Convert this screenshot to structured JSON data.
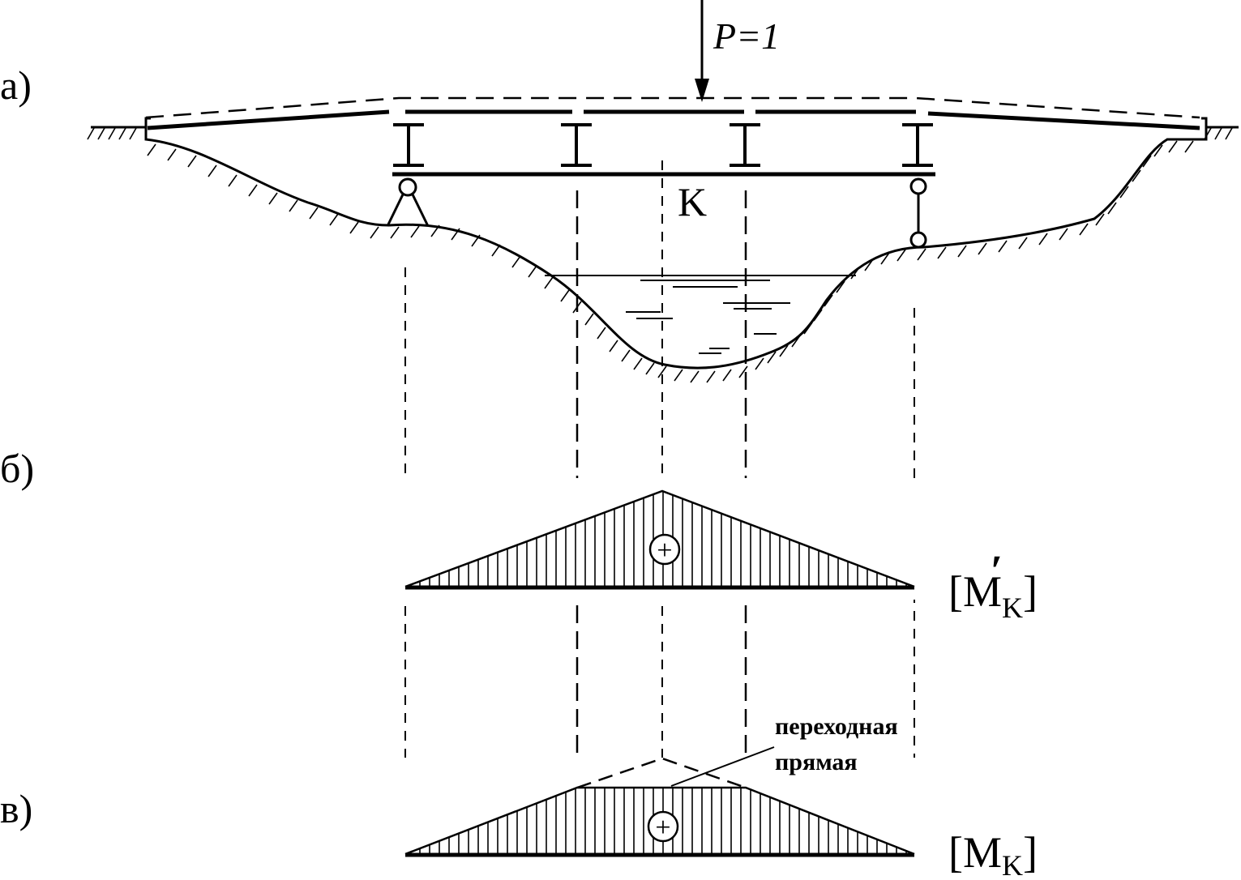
{
  "colors": {
    "ink": "#000000",
    "paper": "#ffffff"
  },
  "labels": {
    "panel_a": "а)",
    "panel_b": "б)",
    "panel_c": "в)",
    "load": "P=1",
    "section": "K",
    "plus_sign": "+",
    "transition_line_1": "переходная",
    "transition_line_2": "прямая"
  },
  "diagram_b": {
    "label_open": "[M",
    "label_prime": "′",
    "label_sub": "K",
    "label_close": "]"
  },
  "diagram_c": {
    "label_open": "[M",
    "label_sub": "K",
    "label_close": "]"
  }
}
